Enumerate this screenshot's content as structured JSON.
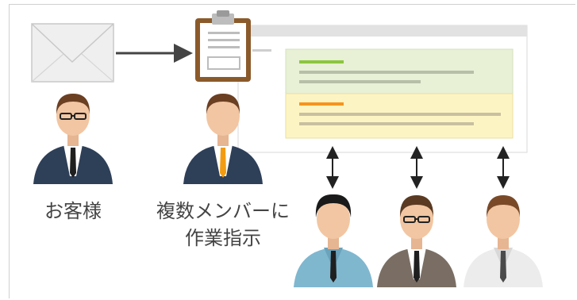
{
  "labels": {
    "customer": "お客様",
    "instruction_line1": "複数メンバーに",
    "instruction_line2": "作業指示"
  },
  "colors": {
    "green_task": "#8cc63e",
    "orange_task": "#f7941d",
    "clipboard_brown": "#8b5a2b",
    "suit_navy": "#2e3f58",
    "suit_gray": "#7a6e64",
    "shirt_blue": "#7fb7cf",
    "tie_orange": "#f39c12"
  },
  "icons": [
    "envelope-icon",
    "clipboard-icon",
    "person-icon"
  ]
}
